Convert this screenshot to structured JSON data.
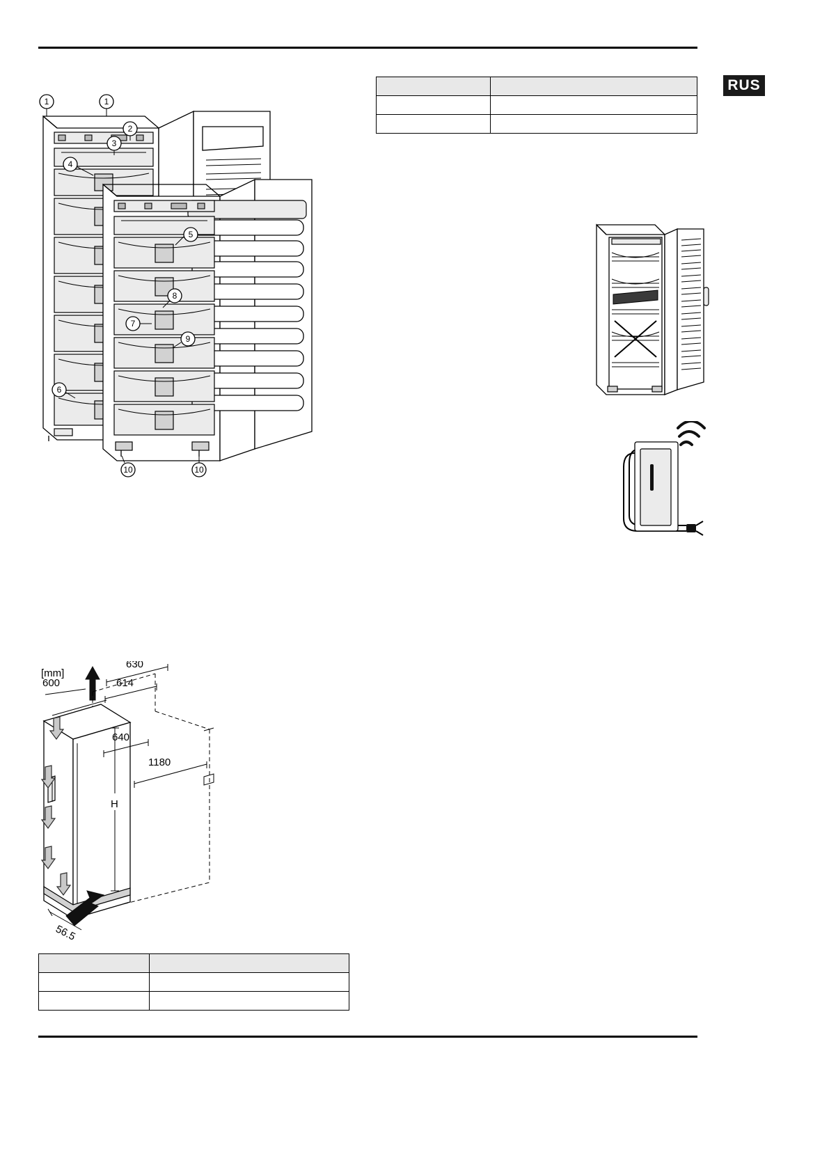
{
  "page": {
    "language_badge": "RUS"
  },
  "table_top": {
    "rows": [
      {
        "label": "",
        "value": ""
      },
      {
        "label": "",
        "value": ""
      },
      {
        "label": "",
        "value": ""
      }
    ]
  },
  "table_bottom": {
    "rows": [
      {
        "label": "",
        "value": ""
      },
      {
        "label": "",
        "value": ""
      },
      {
        "label": "",
        "value": ""
      }
    ]
  },
  "figure_overview": {
    "name": "appliance-overview",
    "callouts": [
      "1",
      "1",
      "2",
      "3",
      "4",
      "5",
      "6",
      "7",
      "8",
      "9",
      "10",
      "10"
    ]
  },
  "figure_open_small": {
    "name": "appliance-open-door-illustration"
  },
  "figure_signal": {
    "name": "appliance-wireless-signal-illustration"
  },
  "figure_dimensions": {
    "name": "installation-dimensions",
    "unit_label": "[mm]",
    "labels": {
      "depth_door": "630",
      "width_total": "614",
      "width": "600",
      "door_open_depth": "640",
      "clearance": "1180",
      "height_symbol": "H",
      "base_depth": "56.5"
    }
  }
}
